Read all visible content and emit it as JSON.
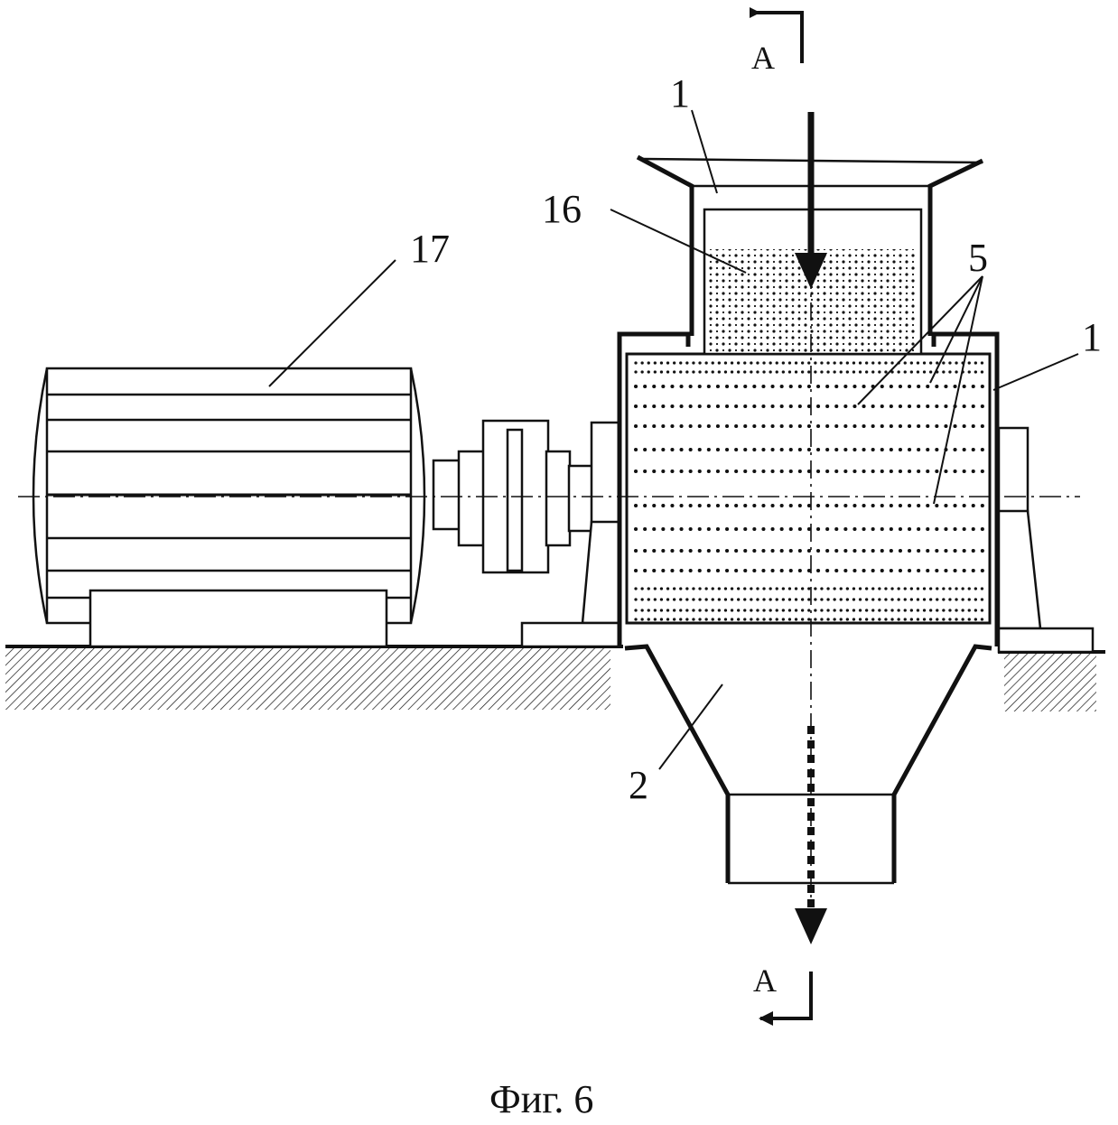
{
  "figure": {
    "caption": "Фиг. 6",
    "section_marks": {
      "top": "A",
      "bottom": "A"
    },
    "callouts": {
      "hopper_top": "1",
      "housing_right": "1",
      "feed_material": "16",
      "motor": "17",
      "mesh_elements": "5",
      "discharge_cone": "2"
    }
  },
  "colors": {
    "ink": "#111111",
    "background": "#ffffff"
  }
}
